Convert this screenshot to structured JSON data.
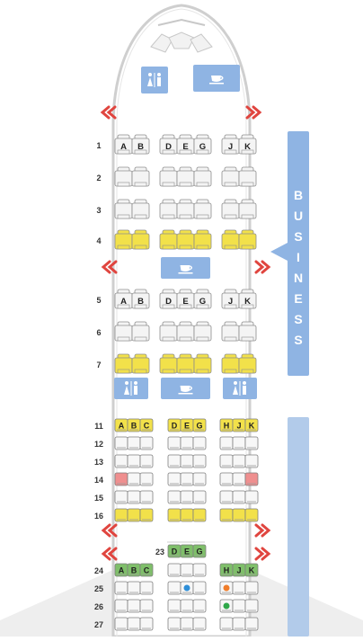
{
  "cabins": [
    {
      "name": "BUSINESS",
      "letters": [
        "B",
        "U",
        "S",
        "I",
        "N",
        "E",
        "S",
        "S"
      ]
    },
    {
      "name": "",
      "letters": []
    }
  ],
  "colors": {
    "business_standard": "#f4f4f4",
    "business_extra_legroom": "#f2e14a",
    "economy_standard": "#f7f7f7",
    "economy_preferred": "#f2e14a",
    "economy_exit_row": "#7fbf6a",
    "economy_restricted": "#ef8f8f",
    "cabin_label": "#8fb4e3",
    "galley_icon_bg": "#8fb4e3"
  },
  "facilities": [
    {
      "type": "lavatory",
      "icon": "lavatory-icon",
      "position": "front-left"
    },
    {
      "type": "galley",
      "icon": "coffee-cup-icon",
      "position": "front-right"
    },
    {
      "type": "galley",
      "icon": "coffee-cup-icon",
      "position": "business-middle"
    },
    {
      "type": "lavatory",
      "icon": "lavatory-icon",
      "position": "business-rear-left"
    },
    {
      "type": "galley",
      "icon": "coffee-cup-icon",
      "position": "business-rear-center"
    },
    {
      "type": "lavatory",
      "icon": "lavatory-icon",
      "position": "business-rear-right"
    }
  ],
  "exit_markers": [
    "front",
    "business-middle",
    "economy-front",
    "economy-exit"
  ],
  "business_rows": [
    {
      "row": "1",
      "style": "standard",
      "letters": [
        "A",
        "B",
        "D",
        "E",
        "G",
        "J",
        "K"
      ]
    },
    {
      "row": "2",
      "style": "standard",
      "letters": []
    },
    {
      "row": "3",
      "style": "standard",
      "letters": []
    },
    {
      "row": "4",
      "style": "extra_legroom",
      "letters": []
    },
    {
      "row": "5",
      "style": "standard",
      "letters": [
        "A",
        "B",
        "D",
        "E",
        "G",
        "J",
        "K"
      ]
    },
    {
      "row": "6",
      "style": "standard",
      "letters": []
    },
    {
      "row": "7",
      "style": "extra_legroom",
      "letters": []
    }
  ],
  "economy_rows": [
    {
      "row": "11",
      "style": "preferred",
      "letters": [
        "A",
        "B",
        "C",
        "D",
        "E",
        "G",
        "H",
        "J",
        "K"
      ],
      "special": {}
    },
    {
      "row": "12",
      "style": "standard",
      "letters": [],
      "special": {}
    },
    {
      "row": "13",
      "style": "standard",
      "letters": [],
      "special": {}
    },
    {
      "row": "14",
      "style": "standard",
      "letters": [],
      "special": {
        "A": "restricted",
        "K": "restricted"
      }
    },
    {
      "row": "15",
      "style": "standard",
      "letters": [],
      "special": {}
    },
    {
      "row": "16",
      "style": "preferred",
      "letters": [],
      "special": {}
    }
  ],
  "row23": {
    "row": "23",
    "letters": [
      "D",
      "E",
      "G"
    ],
    "style": "exit_row"
  },
  "economy_rows_after": [
    {
      "row": "24",
      "style": "exit_row",
      "letters": [
        "A",
        "B",
        "C",
        "",
        "",
        "",
        "H",
        "J",
        "K"
      ],
      "special": {},
      "side_only": true
    },
    {
      "row": "25",
      "style": "standard",
      "letters": [],
      "special": {},
      "dots": {
        "E": "#2f8fd8",
        "H": "#f07d2a"
      }
    },
    {
      "row": "26",
      "style": "standard",
      "letters": [],
      "special": {},
      "dots": {
        "H": "#2fa84a"
      }
    },
    {
      "row": "27",
      "style": "standard",
      "letters": [],
      "special": {},
      "dots": {}
    }
  ]
}
